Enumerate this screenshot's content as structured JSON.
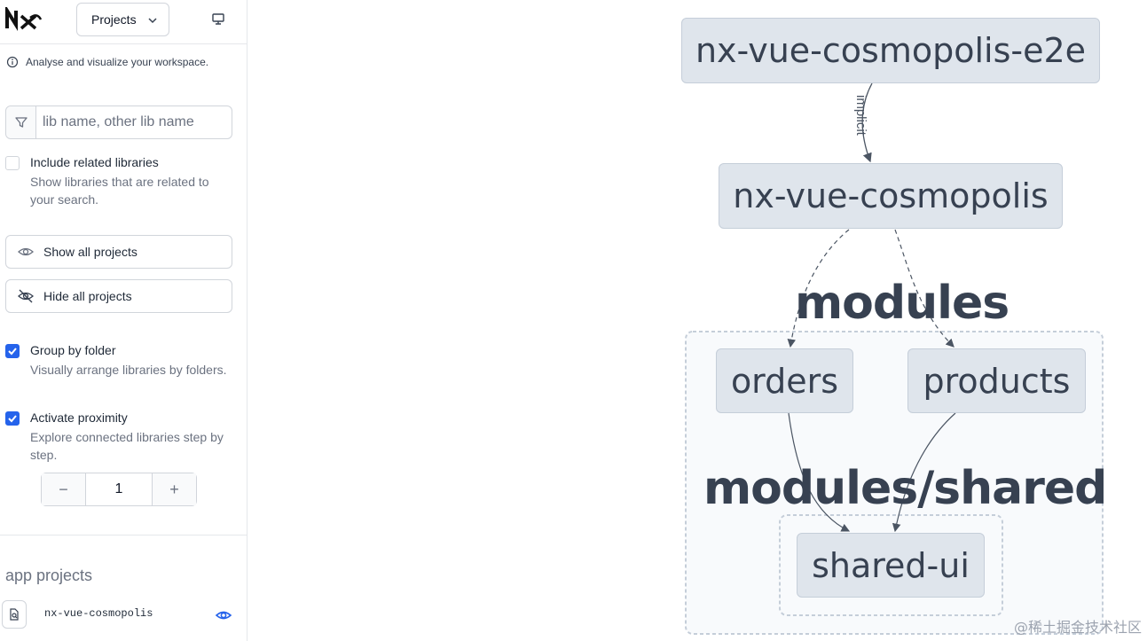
{
  "header": {
    "projects_label": "Projects"
  },
  "info": {
    "text": "Analyse and visualize your workspace."
  },
  "filter": {
    "placeholder": "lib name, other lib name",
    "value": ""
  },
  "options": {
    "include_related": {
      "title": "Include related libraries",
      "description": "Show libraries that are related to your search.",
      "checked": false
    },
    "group_by_folder": {
      "title": "Group by folder",
      "description": "Visually arrange libraries by folders.",
      "checked": true
    },
    "activate_proximity": {
      "title": "Activate proximity",
      "description": "Explore connected libraries step by step.",
      "checked": true
    }
  },
  "buttons": {
    "show_all": "Show all projects",
    "hide_all": "Hide all projects"
  },
  "proximity": {
    "minus": "−",
    "value": "1",
    "plus": "+"
  },
  "app_projects": {
    "title": "app projects",
    "items": [
      {
        "name": "nx-vue-cosmopolis"
      }
    ]
  },
  "graph": {
    "nodes": {
      "e2e": "nx-vue-cosmopolis-e2e",
      "app": "nx-vue-cosmopolis",
      "orders": "orders",
      "products": "products",
      "shared_ui": "shared-ui"
    },
    "groups": {
      "modules": "modules",
      "modules_shared": "modules/shared"
    },
    "edges": {
      "implicit_label": "implicit"
    }
  },
  "watermark": "@稀土掘金技术社区",
  "colors": {
    "accent": "#2563eb",
    "node_bg": "#dfe5ec",
    "node_text": "#374151",
    "edge": "#4b5563"
  }
}
